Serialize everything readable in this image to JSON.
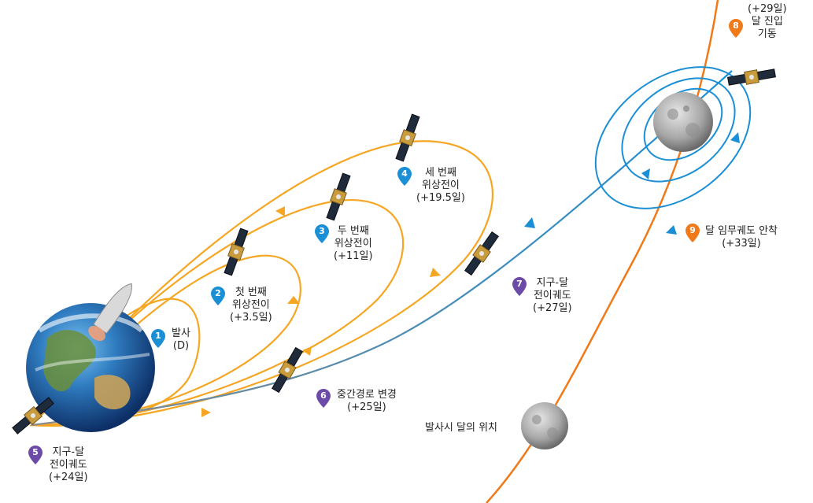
{
  "colors": {
    "earth_orbit": "#f5a623",
    "transfer": "#1a8fd6",
    "moon_orbit": "#f07a1a",
    "step_blue": "#1a8fd6",
    "step_purple": "#6b4aa8",
    "step_orange": "#f07a1a"
  },
  "steps": [
    {
      "num": "1",
      "lines": [
        "발사",
        "(D)"
      ],
      "color": "blue"
    },
    {
      "num": "2",
      "lines": [
        "첫 번째",
        "위상전이",
        "(+3.5일)"
      ],
      "color": "blue"
    },
    {
      "num": "3",
      "lines": [
        "두 번째",
        "위상전이",
        "(+11일)"
      ],
      "color": "blue"
    },
    {
      "num": "4",
      "lines": [
        "세 번째",
        "위상전이",
        "(+19.5일)"
      ],
      "color": "blue"
    },
    {
      "num": "5",
      "lines": [
        "지구-달",
        "전이궤도",
        "(+24일)"
      ],
      "color": "purple"
    },
    {
      "num": "6",
      "lines": [
        "중간경로 변경",
        "(+25일)"
      ],
      "color": "purple"
    },
    {
      "num": "7",
      "lines": [
        "지구-달",
        "전이궤도",
        "(+27일)"
      ],
      "color": "purple"
    },
    {
      "num": "8",
      "lines": [
        "(+29일)",
        "달 진입",
        "기동"
      ],
      "color": "orange"
    },
    {
      "num": "9",
      "lines": [
        "달 임무궤도 안착",
        "(+33일)"
      ],
      "color": "orange"
    }
  ],
  "moon_at_launch_label": "발사시 달의 위치",
  "icons": [
    "earth-icon",
    "moon-icon",
    "satellite-icon",
    "rocket-icon",
    "map-pin-icon"
  ]
}
